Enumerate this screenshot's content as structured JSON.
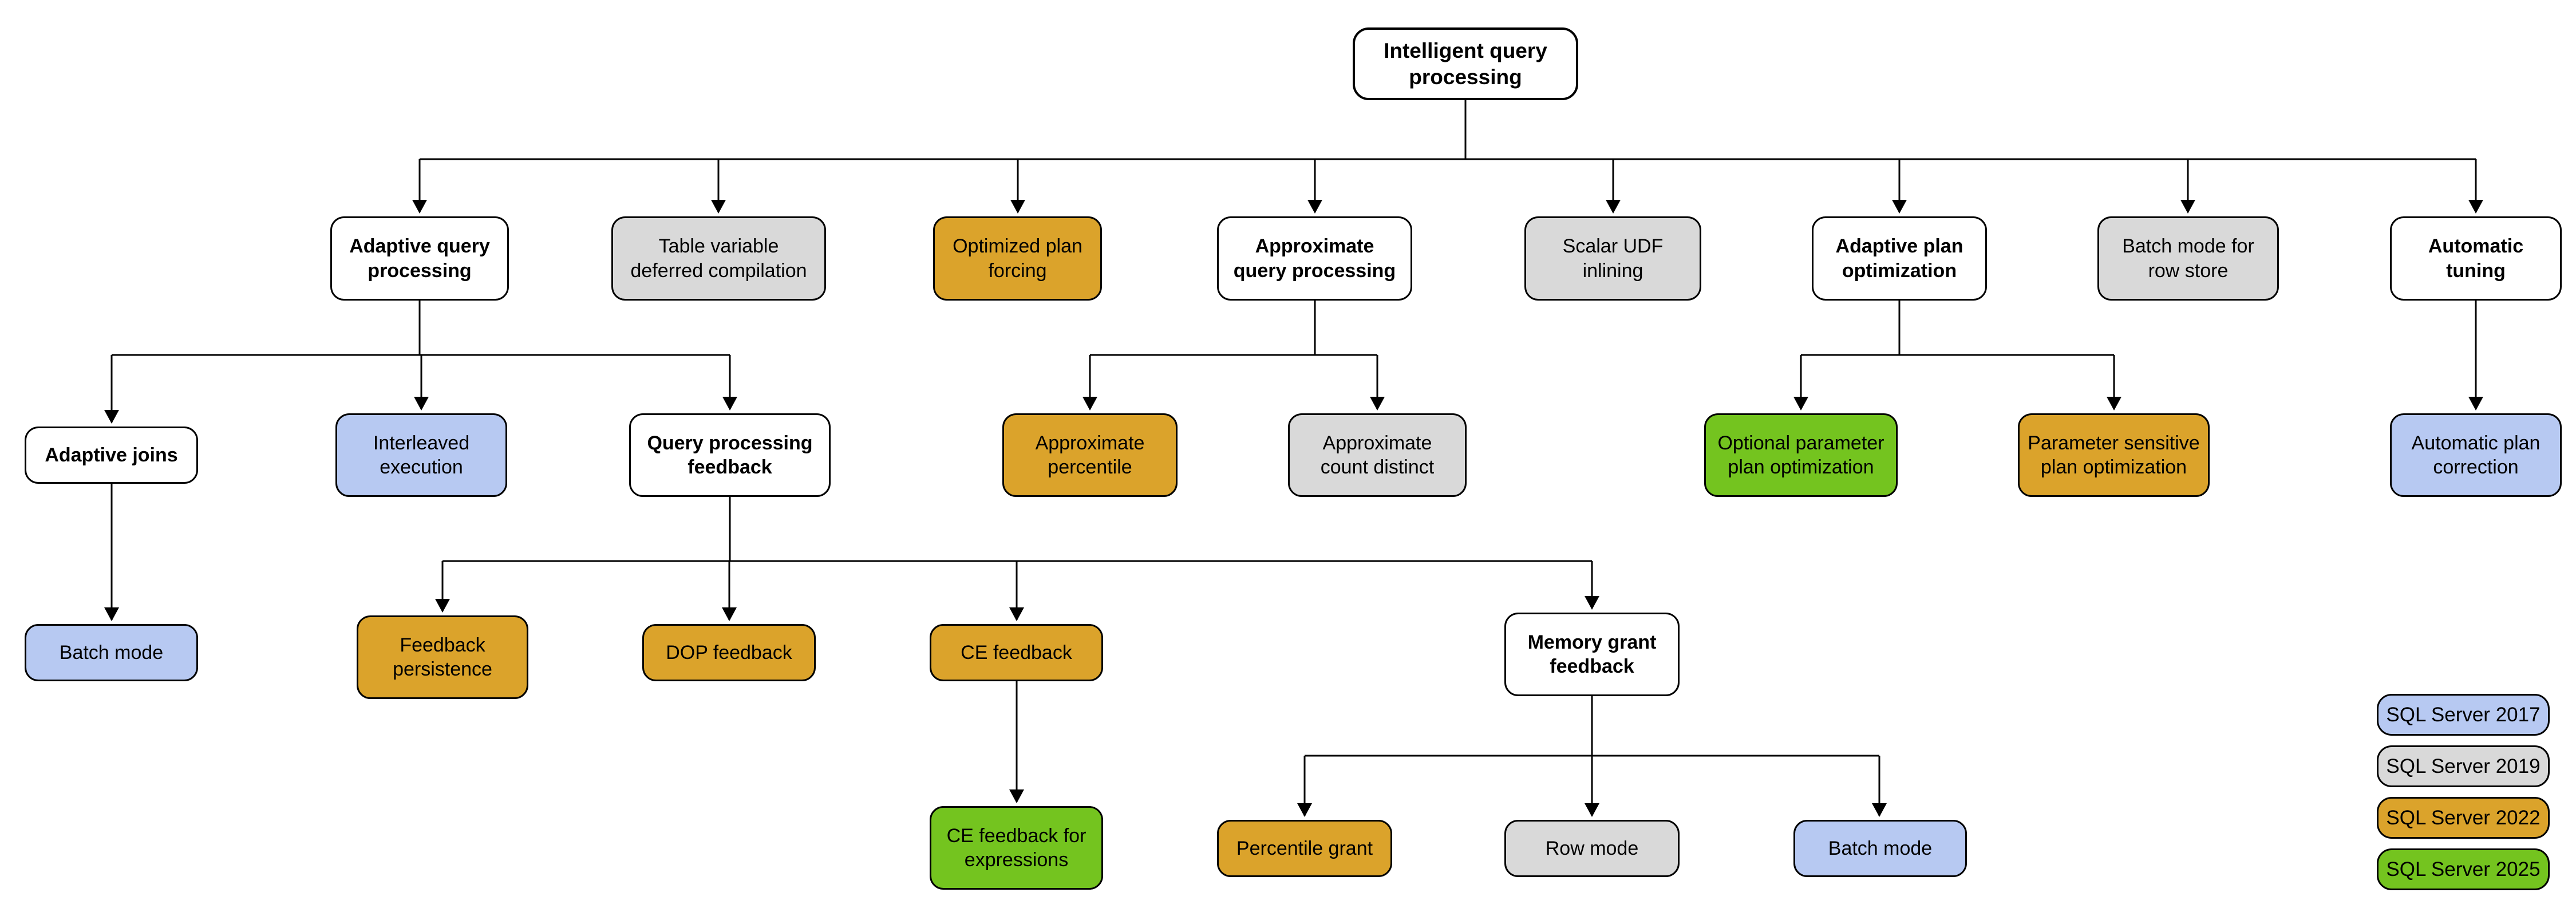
{
  "diagram": {
    "background": "#ffffff",
    "line_color": "#000000"
  },
  "palette": {
    "plain": "#ffffff",
    "v2017": "#b7c9f2",
    "v2019": "#d9d9d9",
    "v2022": "#dba32b",
    "v2025": "#74c41f",
    "border": "#000000"
  },
  "nodes": [
    {
      "id": "intelligent-query-processing",
      "label": "Intelligent query\nprocessing",
      "tone": "plain"
    },
    {
      "id": "adaptive-query-processing",
      "label": "Adaptive query\nprocessing",
      "tone": "plain"
    },
    {
      "id": "table-variable-deferred-compilation",
      "label": "Table variable\ndeferred compilation",
      "tone": "v2019"
    },
    {
      "id": "optimized-plan-forcing",
      "label": "Optimized plan\nforcing",
      "tone": "v2022"
    },
    {
      "id": "approximate-query-processing",
      "label": "Approximate\nquery processing",
      "tone": "plain"
    },
    {
      "id": "scalar-udf-inlining",
      "label": "Scalar UDF\ninlining",
      "tone": "v2019"
    },
    {
      "id": "adaptive-plan-optimization",
      "label": "Adaptive plan\noptimization",
      "tone": "plain"
    },
    {
      "id": "batch-mode-for-row-store",
      "label": "Batch mode for\nrow store",
      "tone": "v2019"
    },
    {
      "id": "automatic-tuning",
      "label": "Automatic\ntuning",
      "tone": "plain"
    },
    {
      "id": "adaptive-joins",
      "label": "Adaptive joins",
      "tone": "plain"
    },
    {
      "id": "interleaved-execution",
      "label": "Interleaved\nexecution",
      "tone": "v2017"
    },
    {
      "id": "query-processing-feedback",
      "label": "Query processing\nfeedback",
      "tone": "plain"
    },
    {
      "id": "approximate-percentile",
      "label": "Approximate\npercentile",
      "tone": "v2022"
    },
    {
      "id": "approximate-count-distinct",
      "label": "Approximate\ncount distinct",
      "tone": "v2019"
    },
    {
      "id": "optional-parameter-plan-optimization",
      "label": "Optional parameter\nplan optimization",
      "tone": "v2025"
    },
    {
      "id": "parameter-sensitive-plan-optimization",
      "label": "Parameter sensitive\nplan optimization",
      "tone": "v2022"
    },
    {
      "id": "automatic-plan-correction",
      "label": "Automatic plan\ncorrection",
      "tone": "v2017"
    },
    {
      "id": "batch-mode-adaptive-joins",
      "label": "Batch mode",
      "tone": "v2017"
    },
    {
      "id": "feedback-persistence",
      "label": "Feedback\npersistence",
      "tone": "v2022"
    },
    {
      "id": "dop-feedback",
      "label": "DOP feedback",
      "tone": "v2022"
    },
    {
      "id": "ce-feedback",
      "label": "CE feedback",
      "tone": "v2022"
    },
    {
      "id": "memory-grant-feedback",
      "label": "Memory grant\nfeedback",
      "tone": "plain"
    },
    {
      "id": "ce-feedback-for-expressions",
      "label": "CE feedback for\nexpressions",
      "tone": "v2025"
    },
    {
      "id": "percentile-grant",
      "label": "Percentile grant",
      "tone": "v2022"
    },
    {
      "id": "row-mode",
      "label": "Row mode",
      "tone": "v2019"
    },
    {
      "id": "batch-mode-memory-grant",
      "label": "Batch mode",
      "tone": "v2017"
    }
  ],
  "legend": {
    "items": [
      {
        "label": "SQL Server 2017",
        "tone": "v2017"
      },
      {
        "label": "SQL Server 2019",
        "tone": "v2019"
      },
      {
        "label": "SQL Server 2022",
        "tone": "v2022"
      },
      {
        "label": "SQL Server 2025",
        "tone": "v2025"
      }
    ]
  }
}
